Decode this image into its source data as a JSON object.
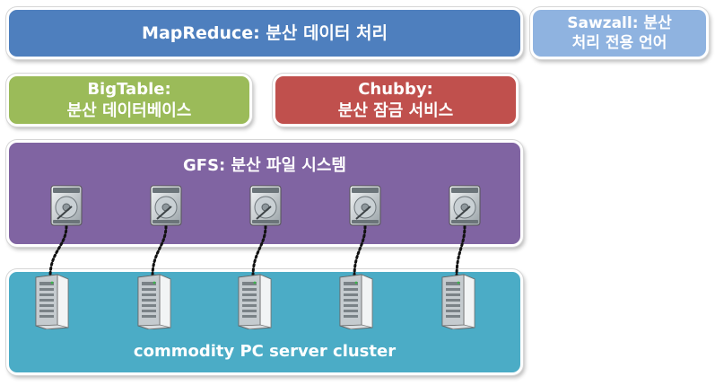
{
  "blocks": {
    "mapreduce": {
      "label": "MapReduce: 분산 데이터 처리",
      "color": "#4e7fbe"
    },
    "sawzall": {
      "line1": "Sawzall: 분산",
      "line2": "처리 전용 언어",
      "color": "#8fb3e0"
    },
    "bigtable": {
      "line1": "BigTable:",
      "line2": "분산 데이터베이스",
      "color": "#9bbb59"
    },
    "chubby": {
      "line1": "Chubby:",
      "line2": "분산 잠금 서비스",
      "color": "#c0504d"
    },
    "gfs": {
      "label": "GFS: 분산 파일 시스템",
      "color": "#8064a2"
    },
    "cluster": {
      "label": "commodity PC server cluster",
      "color": "#4bacc6"
    }
  },
  "icons": {
    "disk": "hard-drive-icon",
    "server": "server-tower-icon",
    "count": 5
  }
}
